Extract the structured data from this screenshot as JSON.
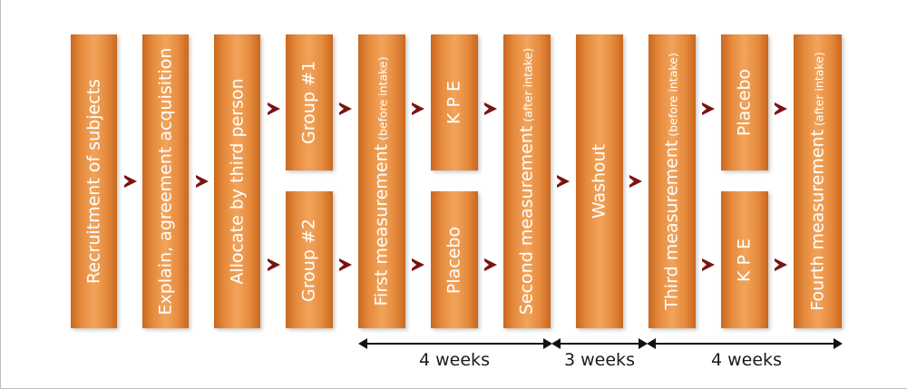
{
  "diagram": {
    "steps": {
      "recruitment": "Recruitment of subjects",
      "explain": "Explain, agreement acquisition",
      "allocate": "Allocate by third person",
      "group1": "Group #1",
      "group2": "Group #2",
      "first": {
        "main": "First measurement",
        "sub": "(before intake)"
      },
      "kpe_top": "K P E",
      "placebo_bottom": "Placebo",
      "second": {
        "main": "Second measurement",
        "sub": "(after intake)"
      },
      "washout": "Washout",
      "third": {
        "main": "Third measurement",
        "sub": "(before intake)"
      },
      "placebo_top": "Placebo",
      "kpe_bottom": "K P E",
      "fourth": {
        "main": "Fourth measurement",
        "sub": "(after intake)"
      }
    },
    "periods": {
      "first": "4 weeks",
      "washout": "3 weeks",
      "second": "4 weeks"
    },
    "colors": {
      "box": "#e58a3c",
      "arrow": "#7a1313",
      "text": "#ffffff"
    }
  }
}
